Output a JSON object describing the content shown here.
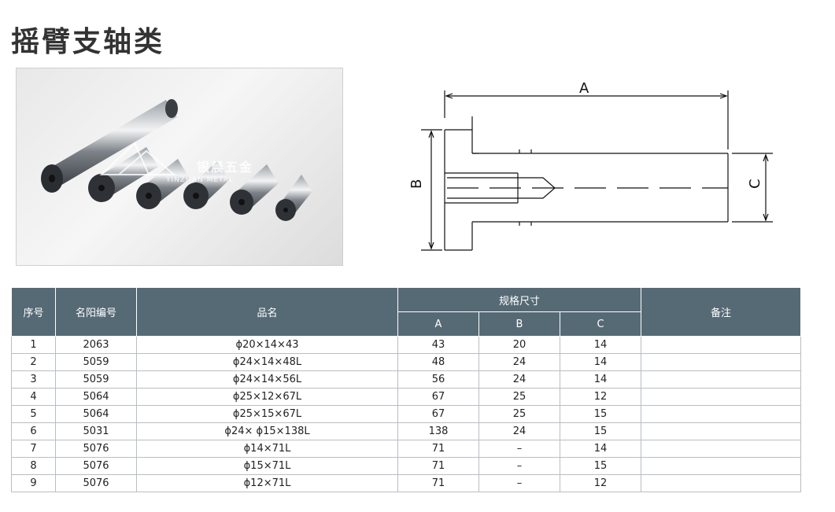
{
  "title": "摇臂支轴类",
  "logo": {
    "name": "银晨五金",
    "sub": "YINZHAN METAL"
  },
  "drawing": {
    "label_a": "A",
    "label_b": "B",
    "label_c": "C"
  },
  "table": {
    "headers": {
      "index": "序号",
      "code": "名阳编号",
      "name": "品名",
      "spec": "规格尺寸",
      "a": "A",
      "b": "B",
      "c": "C",
      "remark": "备注"
    },
    "rows": [
      {
        "index": "1",
        "code": "2063",
        "name": "ϕ20×14×43",
        "a": "43",
        "b": "20",
        "c": "14",
        "remark": ""
      },
      {
        "index": "2",
        "code": "5059",
        "name": "ϕ24×14×48L",
        "a": "48",
        "b": "24",
        "c": "14",
        "remark": ""
      },
      {
        "index": "3",
        "code": "5059",
        "name": "ϕ24×14×56L",
        "a": "56",
        "b": "24",
        "c": "14",
        "remark": ""
      },
      {
        "index": "4",
        "code": "5064",
        "name": "ϕ25×12×67L",
        "a": "67",
        "b": "25",
        "c": "12",
        "remark": ""
      },
      {
        "index": "5",
        "code": "5064",
        "name": "ϕ25×15×67L",
        "a": "67",
        "b": "25",
        "c": "15",
        "remark": ""
      },
      {
        "index": "6",
        "code": "5031",
        "name": "ϕ24× ϕ15×138L",
        "a": "138",
        "b": "24",
        "c": "15",
        "remark": ""
      },
      {
        "index": "7",
        "code": "5076",
        "name": "ϕ14×71L",
        "a": "71",
        "b": "–",
        "c": "14",
        "remark": ""
      },
      {
        "index": "8",
        "code": "5076",
        "name": "ϕ15×71L",
        "a": "71",
        "b": "–",
        "c": "15",
        "remark": ""
      },
      {
        "index": "9",
        "code": "5076",
        "name": "ϕ12×71L",
        "a": "71",
        "b": "–",
        "c": "12",
        "remark": ""
      }
    ]
  },
  "colors": {
    "header_bg": "#566a76",
    "border": "#b8bec4"
  }
}
